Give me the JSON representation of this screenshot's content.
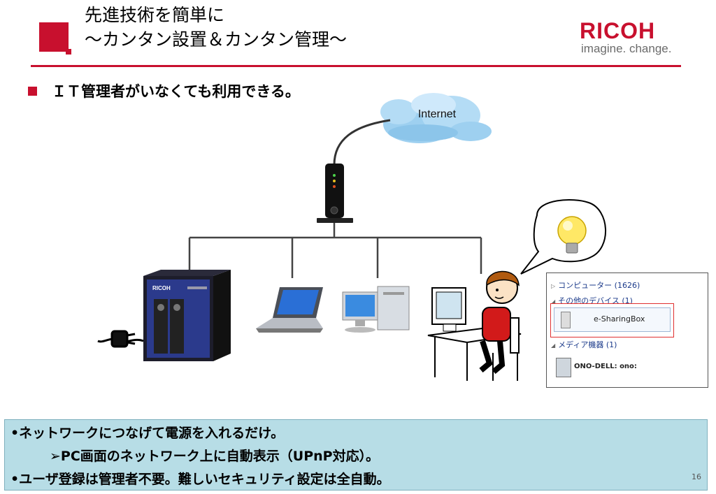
{
  "title": {
    "line1": "先進技術を簡単に",
    "line2": "～カンタン設置＆カンタン管理～"
  },
  "logo": {
    "wordmark": "RICOH",
    "tagline": "imagine. change."
  },
  "bullet": "ＩＴ管理者がいなくても利用できる。",
  "diagram": {
    "cloud_label": "Internet",
    "nas_brand": "RICOH",
    "colors": {
      "accent": "#c8102e",
      "cloud": "#9ed0f0",
      "bulb": "#ffe866"
    }
  },
  "upnp_panel": {
    "row1": "コンピューター (1626)",
    "row2": "その他のデバイス (1)",
    "device": "e-SharingBox",
    "row3": "メディア機器 (1)",
    "media_device": "ONO-DELL: ono:"
  },
  "bottom": {
    "line1": "•ネットワークにつなげて電源を入れるだけ。",
    "line2": "➢PC画面のネットワーク上に自動表示（UPnP対応）。",
    "line3": "•ユーザ登録は管理者不要。難しいセキュリティ設定は全自動。"
  },
  "page_number": "16"
}
